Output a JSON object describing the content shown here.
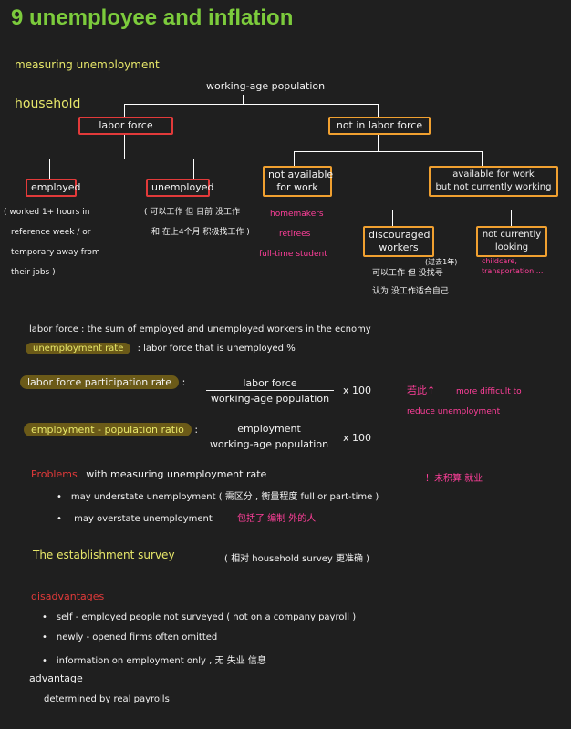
{
  "title": "9  unemployee and inflation",
  "heading_measuring": "measuring unemployment",
  "heading_household": "household",
  "tree": {
    "root": "working-age population",
    "labor_force": "labor force",
    "not_in_labor_force": "not in labor force",
    "employed": "employed",
    "unemployed": "unemployed",
    "not_available": [
      "not available",
      "for work"
    ],
    "available": [
      "available for work",
      "but not currently working"
    ],
    "discouraged": [
      "discouraged",
      "workers"
    ],
    "not_currently_looking": [
      "not currently",
      "looking"
    ],
    "employed_note": [
      "( worked 1+ hours in",
      "reference week / or",
      "temporary away from",
      "their jobs )"
    ],
    "unemployed_note": [
      "( 可以工作 但 目前 没工作",
      "和 在上4个月 积极找工作 )"
    ],
    "not_available_list": [
      "homemakers",
      "retirees",
      "full-time student"
    ],
    "discouraged_note_small": "(过去1年)",
    "discouraged_note": [
      "可以工作 但 没找寻",
      "认为 没工作适合自己"
    ],
    "not_looking_note": [
      "childcare,",
      "transportation ..."
    ]
  },
  "definitions": {
    "labor_force_def": "labor force :  the sum of employed and unemployed workers in the ecnomy",
    "unemployment_rate_label": "unemployment rate",
    "unemployment_rate_def": ":   labor force that is unemployed %",
    "lfpr_label": "labor force participation rate",
    "lfpr_num": "labor force",
    "lfpr_den": "working-age population",
    "times100": "x 100",
    "lfpr_note_cn": "若此↑",
    "lfpr_note_1": "more difficult to",
    "lfpr_note_2": "reduce unemployment",
    "epr_label": "employment - population ratio",
    "epr_num": "employment",
    "epr_den": "working-age population",
    "colon": ":"
  },
  "problems": {
    "title": "Problems",
    "title_rest": "with measuring unemployment rate",
    "note": "！未积算 就业",
    "item1": "may understate unemployment ( 需区分 , 衡量程度 full or part-time )",
    "item2_a": "may overstate unemployment",
    "item2_b": "包括了 编制 外的人"
  },
  "establishment": {
    "title": "The establishment survey",
    "note": "( 相对 household survey 更准确 )",
    "disadv_title": "disadvantages",
    "disadv": [
      "self - employed people not surveyed ( not on a company payroll )",
      "newly - opened firms often omitted",
      "information on employment only ,  无 失业 信息"
    ],
    "adv_title": "advantage",
    "adv": "determined by real payrolls"
  }
}
